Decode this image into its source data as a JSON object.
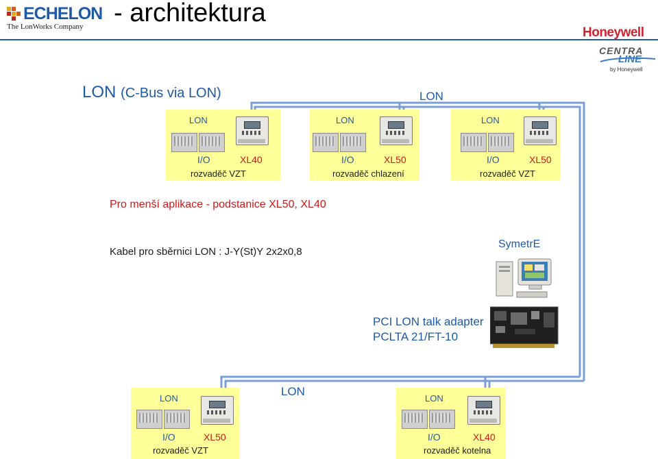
{
  "header": {
    "title": "- architektura",
    "echelon_word": "ECHELON",
    "echelon_sub": "The LonWorks Company",
    "honeywell": "Honeywell",
    "centra_word": "CENTRA",
    "line_word": "LINE",
    "by_honeywell": "by Honeywell"
  },
  "lon_bus": {
    "prefix": "LON",
    "suffix": "(C-Bus via LON)",
    "top_bus_label": "LON",
    "bottom_bus_label": "LON"
  },
  "panels": [
    {
      "lon": "LON",
      "io": "I/O",
      "xl": "XL40",
      "caption": "rozvaděč VZT"
    },
    {
      "lon": "LON",
      "io": "I/O",
      "xl": "XL50",
      "caption": "rozvaděč chlazení"
    },
    {
      "lon": "LON",
      "io": "I/O",
      "xl": "XL50",
      "caption": "rozvaděč VZT"
    },
    {
      "lon": "LON",
      "io": "I/O",
      "xl": "XL50",
      "caption": "rozvaděč VZT"
    },
    {
      "lon": "LON",
      "io": "I/O",
      "xl": "XL40",
      "caption": "rozvaděč kotelna"
    }
  ],
  "notes": {
    "substations": "Pro menší aplikace - podstanice XL50, XL40",
    "cable": "Kabel pro sběrnici LON : J-Y(St)Y 2x2x0,8",
    "symetre": "SymetrE",
    "adapter_line1": "PCI LON talk adapter",
    "adapter_line2": "PCLTA 21/FT-10"
  },
  "colors": {
    "bus_blue": "#7a9fd6",
    "text_blue": "#1f5aa6",
    "text_red": "#cc1a1a",
    "panel_yellow": "#ffff99",
    "honeywell_red": "#d2202e"
  }
}
